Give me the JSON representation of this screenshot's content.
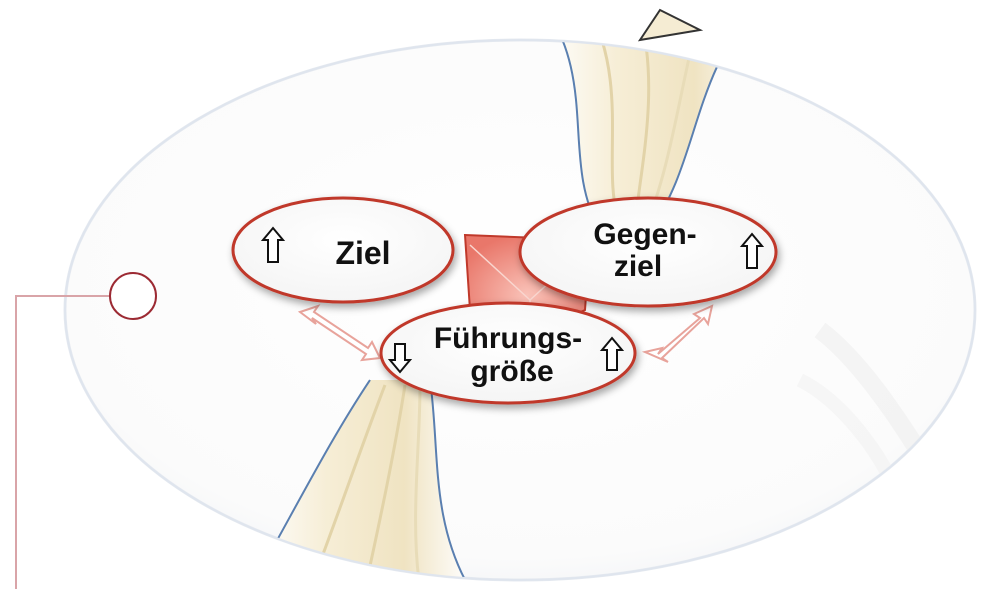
{
  "diagram": {
    "nodes": {
      "ziel": {
        "label": "Ziel",
        "arrow": "up"
      },
      "gegenziel": {
        "label_line1": "Gegen-",
        "label_line2": "ziel",
        "arrow": "up"
      },
      "fuehrungsgroesse": {
        "label_line1": "Führungs-",
        "label_line2": "größe",
        "arrow_left": "down",
        "arrow_right": "up"
      }
    },
    "colors": {
      "node_border": "#c0392b",
      "connector_arrow": "#e8a39b",
      "center_triangle": "#f08c80",
      "ribbon_fill": "#f3ead2",
      "ribbon_edge": "#5a7fb0",
      "ellipse_border": "#e9edf3",
      "callout_line": "#d9a4a8",
      "callout_circle": "#9c2a33"
    },
    "icons": [
      "up-arrow-icon",
      "down-arrow-icon",
      "double-arrow-icon"
    ]
  }
}
